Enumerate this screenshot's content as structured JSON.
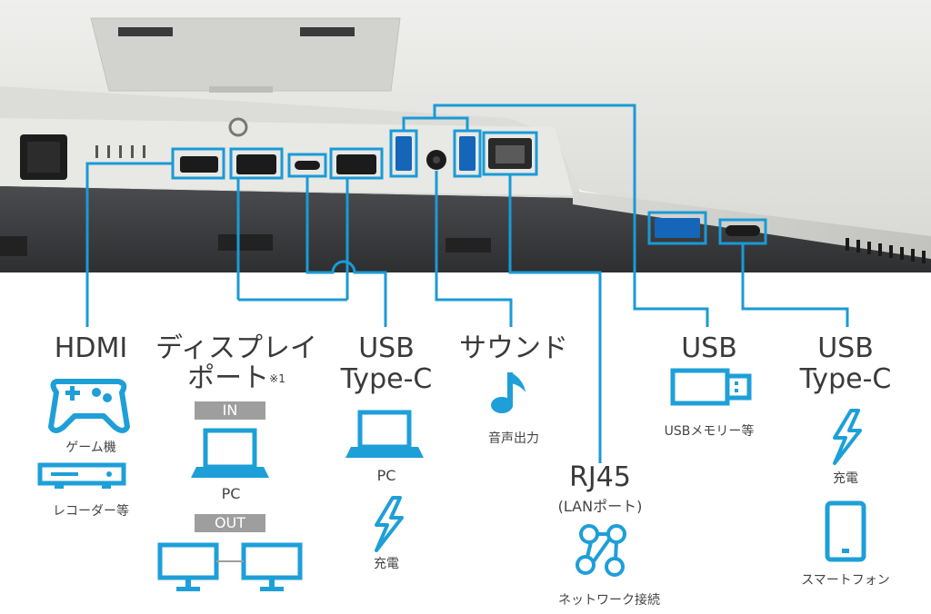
{
  "ports": {
    "hdmi": {
      "title": "HDMI",
      "uses": [
        "ゲーム機",
        "レコーダー等"
      ]
    },
    "displayport": {
      "title_line1": "ディスプレイ",
      "title_line2": "ポート",
      "note": "※1",
      "in_tag": "IN",
      "in_label": "PC",
      "out_tag": "OUT"
    },
    "usbc_rear": {
      "title_line1": "USB",
      "title_line2": "Type-C",
      "labels": [
        "PC",
        "充電"
      ]
    },
    "sound": {
      "title": "サウンド",
      "label": "音声出力"
    },
    "rj45": {
      "title": "RJ45",
      "subtitle": "(LANポート)",
      "label": "ネットワーク接続"
    },
    "usb_side": {
      "title": "USB",
      "label": "USBメモリー等"
    },
    "usbc_side": {
      "title_line1": "USB",
      "title_line2": "Type-C",
      "labels": [
        "充電",
        "スマートフォン"
      ]
    }
  },
  "colors": {
    "accent": "#1a9ad6",
    "icon": "#1e9fd8",
    "panel": "#e4e4e2",
    "dark_panel": "#3f4043"
  }
}
